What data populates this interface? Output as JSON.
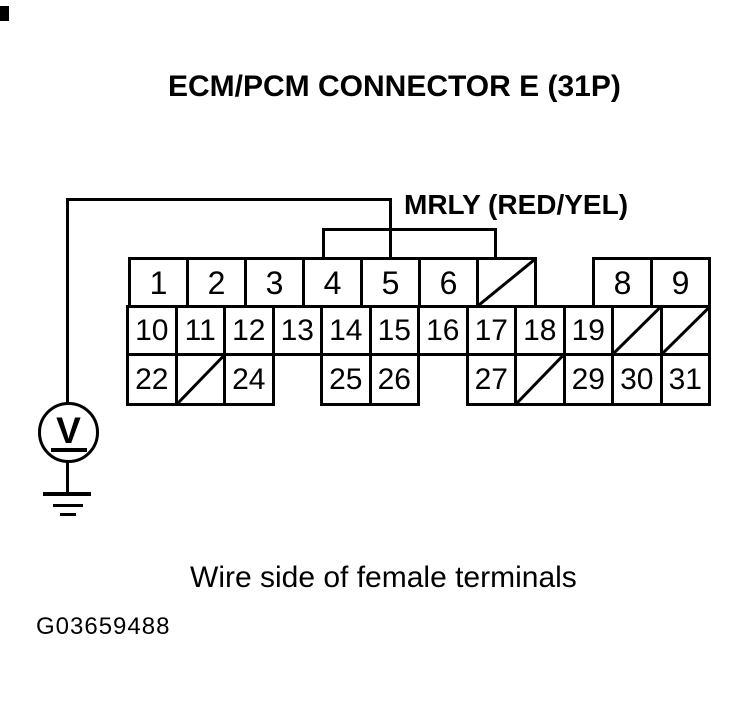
{
  "title": "ECM/PCM CONNECTOR E (31P)",
  "wire_label": "MRLY (RED/YEL)",
  "caption": "Wire side of female terminals",
  "figure_id": "G03659488",
  "meter": {
    "symbol": "V"
  },
  "colors": {
    "line": "#000000",
    "background": "#ffffff"
  },
  "connector": {
    "rows": [
      {
        "cells": [
          "1",
          "2",
          "3",
          "4",
          "5",
          "6",
          "/",
          "",
          "8",
          "9"
        ]
      },
      {
        "cells": [
          "10",
          "11",
          "12",
          "13",
          "14",
          "15",
          "16",
          "17",
          "18",
          "19",
          "/",
          "/"
        ]
      },
      {
        "cells": [
          "22",
          "/",
          "24",
          "",
          "25",
          "26",
          "",
          "27",
          "/",
          "29",
          "30",
          "31"
        ]
      }
    ]
  }
}
